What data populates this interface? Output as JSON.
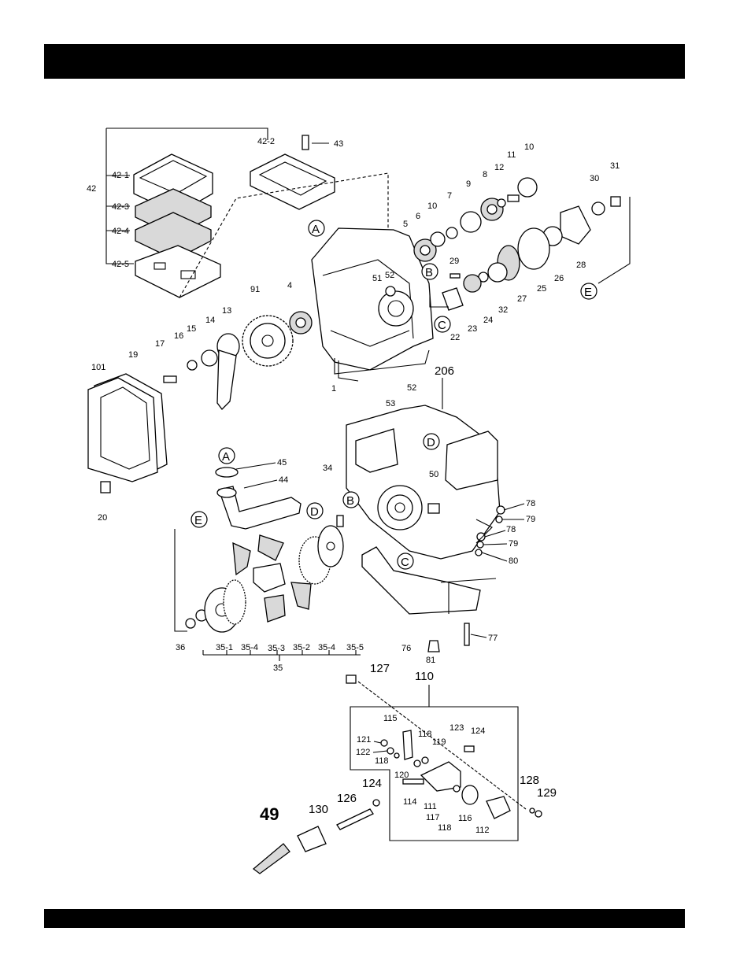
{
  "labels": {
    "l42": "42",
    "l42_1": "42-1",
    "l42_2": "42-2",
    "l42_3": "42-3",
    "l42_4": "42-4",
    "l42_5": "42-5",
    "l43": "43",
    "l11": "11",
    "l10a": "10",
    "l12": "12",
    "l8": "8",
    "l9": "9",
    "l7": "7",
    "l10b": "10",
    "l6": "6",
    "l5": "5",
    "l31": "31",
    "l30": "30",
    "l29": "29",
    "l51": "51",
    "l52a": "52",
    "l28": "28",
    "l26": "26",
    "l25": "25",
    "l27": "27",
    "l32": "32",
    "l24": "24",
    "l23": "23",
    "l22": "22",
    "l91": "91",
    "l4": "4",
    "l13": "13",
    "l14": "14",
    "l15": "15",
    "l16": "16",
    "l17": "17",
    "l19": "19",
    "l101": "101",
    "l1": "1",
    "l52b": "52",
    "l53": "53",
    "l206": "206",
    "l20": "20",
    "l45": "45",
    "l44": "44",
    "l34": "34",
    "l50": "50",
    "l78a": "78",
    "l79a": "79",
    "l78b": "78",
    "l79b": "79",
    "l80": "80",
    "l36": "36",
    "l35_1": "35-1",
    "l35_4a": "35-4",
    "l35_3": "35-3",
    "l35_2": "35-2",
    "l35_4b": "35-4",
    "l35_5": "35-5",
    "l35": "35",
    "l76": "76",
    "l81": "81",
    "l77": "77",
    "l127": "127",
    "l110": "110",
    "l115": "115",
    "l123": "123",
    "l124a": "124",
    "l121": "121",
    "l118a": "118",
    "l119": "119",
    "l122": "122",
    "l118b": "118",
    "l120": "120",
    "l114": "114",
    "l111": "111",
    "l117": "117",
    "l118c": "118",
    "l116": "116",
    "l112": "112",
    "l128": "128",
    "l129": "129",
    "l124b": "124",
    "l126": "126",
    "l130": "130",
    "l49": "49"
  },
  "callouts": {
    "A1": "A",
    "B1": "B",
    "C1": "C",
    "E1": "E",
    "D1": "D",
    "A2": "A",
    "D2": "D",
    "B2": "B",
    "E2": "E",
    "C2": "C"
  }
}
